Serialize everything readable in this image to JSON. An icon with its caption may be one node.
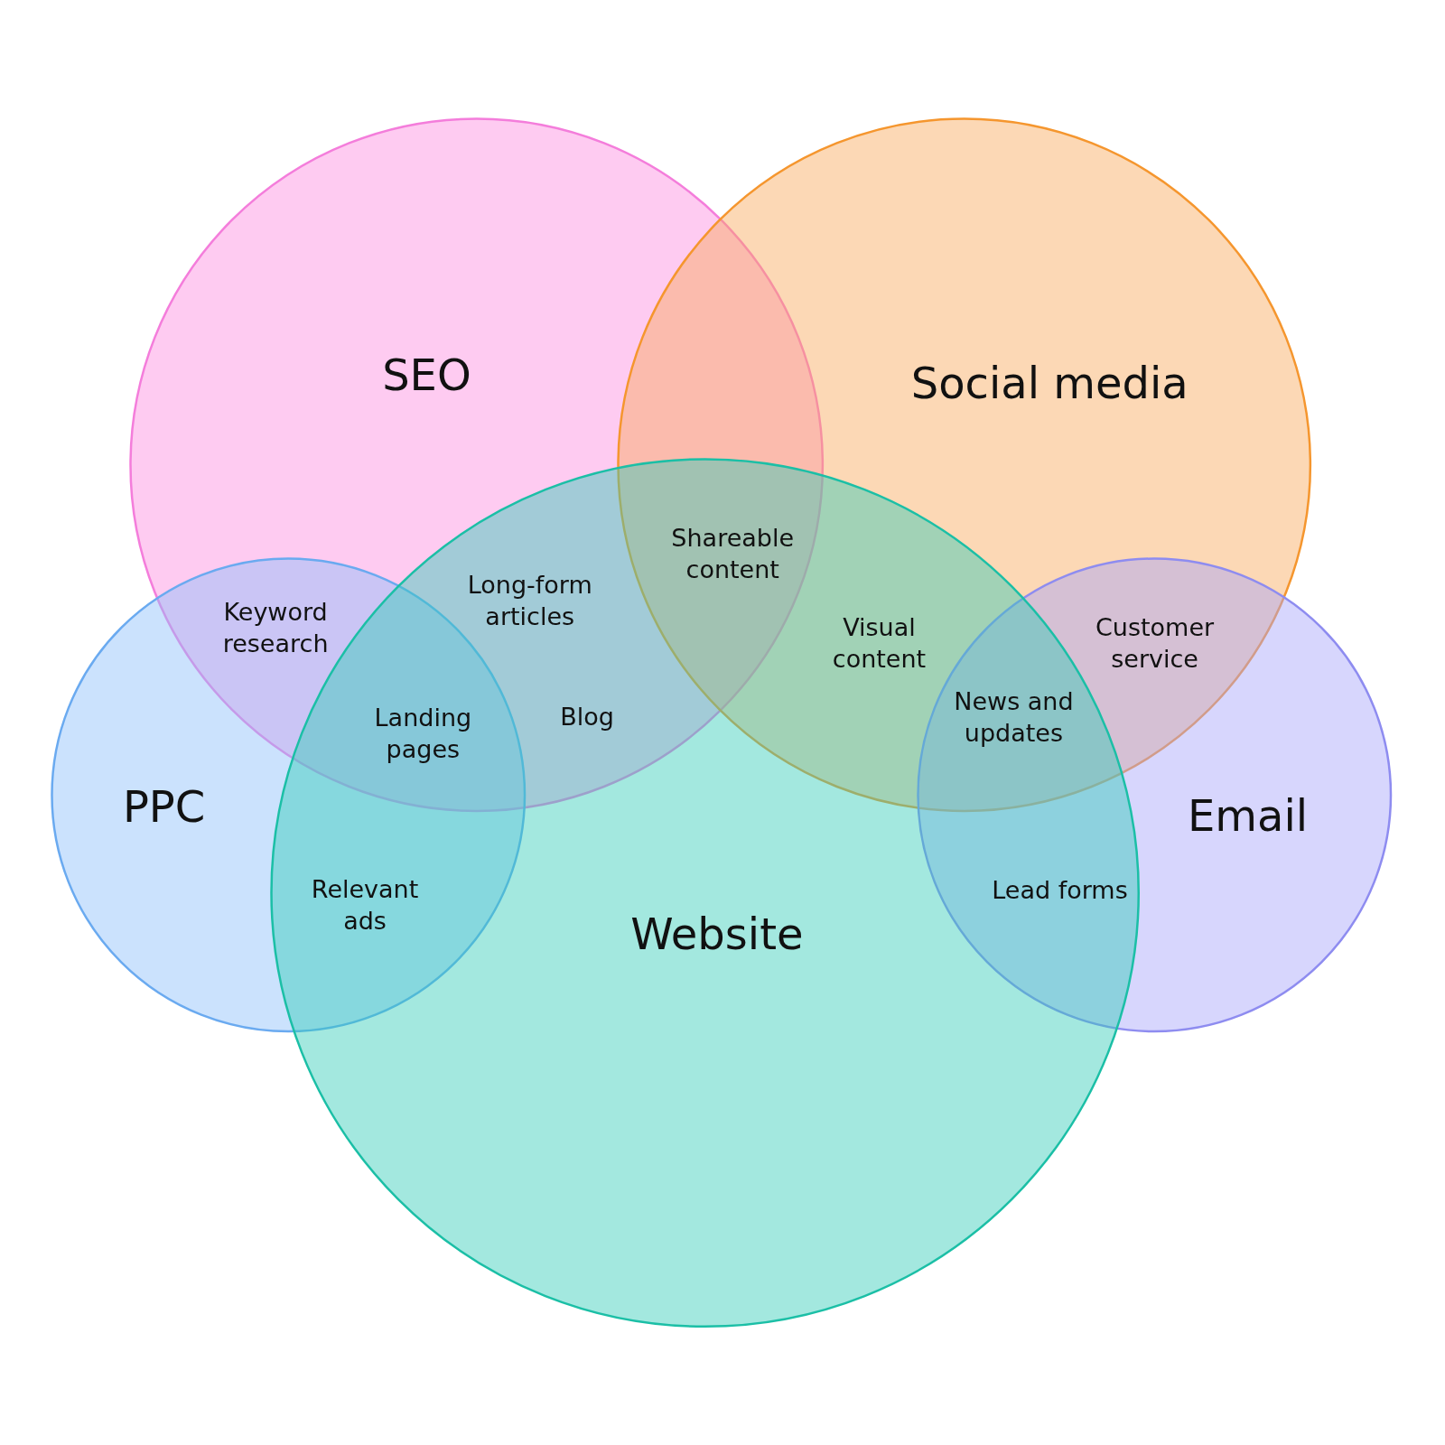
{
  "diagram": {
    "nodes": [
      {
        "text": [
          "SEO"
        ]
      },
      {
        "text": [
          "Social media"
        ]
      },
      {
        "text": [
          "PPC"
        ]
      },
      {
        "text": [
          "Email"
        ]
      },
      {
        "text": [
          "Website"
        ]
      }
    ],
    "labels": [
      "Shareable content",
      "Long-form articles",
      "Keyword research",
      "Visual content",
      "Customer service",
      "News and updates",
      "Landing pages",
      "Blog",
      "Relevant ads",
      "Lead forms"
    ]
  }
}
